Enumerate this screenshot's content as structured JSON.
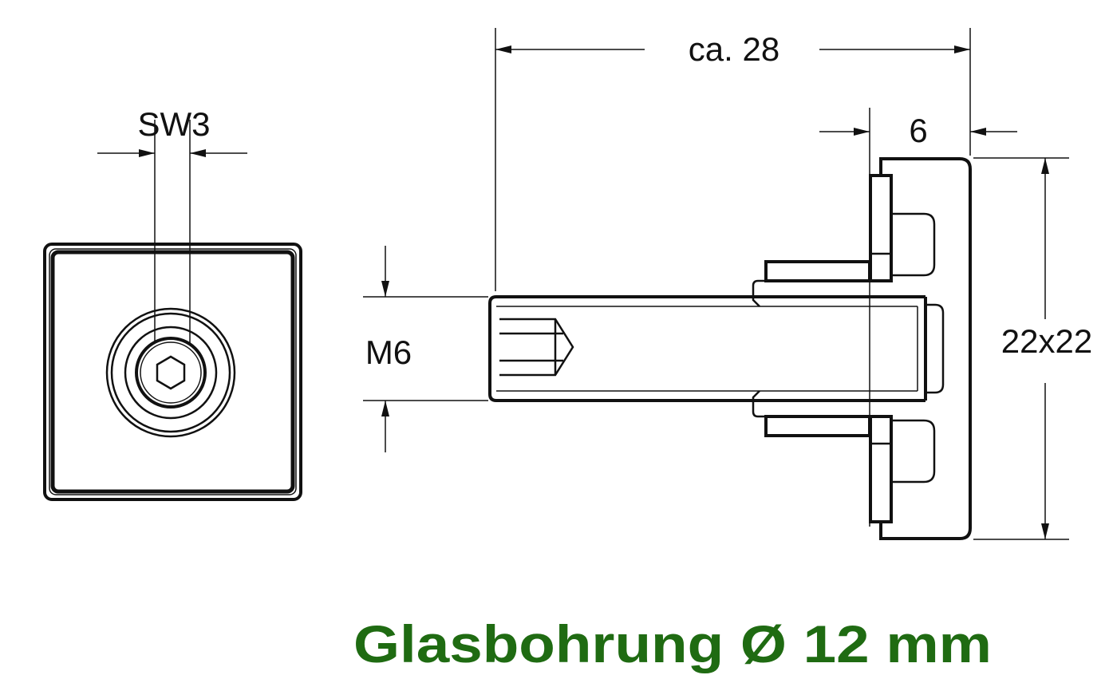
{
  "labels": {
    "sw": "SW3",
    "length": "ca. 28",
    "cap_width": "6",
    "thread": "M6",
    "size": "22x22"
  },
  "title": "Glasbohrung Ø 12 mm",
  "colors": {
    "title": "#1f6b12",
    "lines": "#111111"
  }
}
